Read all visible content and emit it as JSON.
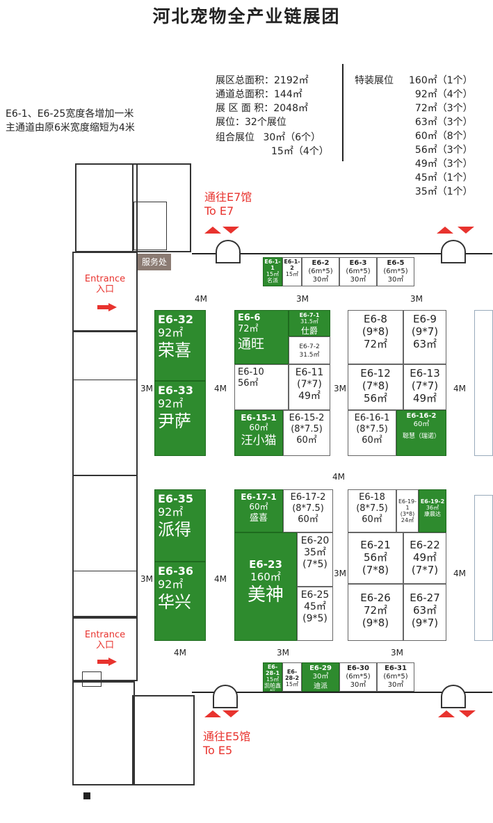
{
  "title": "河北宠物全产业链展团",
  "stats": {
    "line1": "展区总面积：2192㎡",
    "line2": "通道总面积：144㎡",
    "line3": "展 区 面 积：2048㎡",
    "line4": "展位：32个展位",
    "combo_label": "组合展位",
    "combo1": "30㎡（6个）",
    "combo2": "15㎡（4个）"
  },
  "special": {
    "label": "特装展位",
    "rows": [
      "160㎡（1个）",
      "92㎡（4个）",
      "72㎡（3个）",
      "63㎡（3个）",
      "60㎡（8个）",
      "56㎡（3个）",
      "49㎡（3个）",
      "45㎡（1个）",
      "35㎡（1个）"
    ]
  },
  "note": {
    "line1": "E6-1、E6-25宽度各增加一米",
    "line2": "主通道由原6米宽度缩短为4米"
  },
  "service": "服务处",
  "entrance_top": {
    "en": "Entrance",
    "zh": "入口"
  },
  "entrance_bottom": {
    "en": "Entrance",
    "zh": "入口"
  },
  "to_e7": {
    "zh": "通往E7馆",
    "en": "To E7"
  },
  "to_e5": {
    "zh": "通往E5馆",
    "en": "To E5"
  },
  "aisles": {
    "m4": "4M",
    "m3": "3M"
  },
  "colors": {
    "green": "#2e8b2e",
    "red": "#e8332e"
  },
  "booths": {
    "b32": {
      "id": "E6-32",
      "area": "92㎡",
      "name": "荣喜"
    },
    "b33": {
      "id": "E6-33",
      "area": "92㎡",
      "name": "尹萨"
    },
    "b35": {
      "id": "E6-35",
      "area": "92㎡",
      "name": "派得"
    },
    "b36": {
      "id": "E6-36",
      "area": "92㎡",
      "name": "华兴"
    },
    "b1_1": {
      "id": "E6-1-1",
      "area": "15㎡",
      "name": "名派"
    },
    "b1_2": {
      "id": "E6-1-2",
      "area": "15㎡"
    },
    "b2": {
      "id": "E6-2",
      "dim": "(6m*5)",
      "area": "30㎡"
    },
    "b3": {
      "id": "E6-3",
      "dim": "(6m*5)",
      "area": "30㎡"
    },
    "b5": {
      "id": "E6-5",
      "dim": "(6m*5)",
      "area": "30㎡"
    },
    "b6": {
      "id": "E6-6",
      "area": "72㎡",
      "name": "通旺"
    },
    "b7_1": {
      "id": "E6-7-1",
      "area": "31.5㎡",
      "name": "仕爵"
    },
    "b7_2": {
      "id": "E6-7-2",
      "area": "31.5㎡"
    },
    "b8": {
      "id": "E6-8",
      "dim": "(9*8)",
      "area": "72㎡"
    },
    "b9": {
      "id": "E6-9",
      "dim": "(9*7)",
      "area": "63㎡"
    },
    "b10": {
      "id": "E6-10",
      "area": "56㎡"
    },
    "b11": {
      "id": "E6-11",
      "dim": "(7*7)",
      "area": "49㎡"
    },
    "b12": {
      "id": "E6-12",
      "dim": "(7*8)",
      "area": "56㎡"
    },
    "b13": {
      "id": "E6-13",
      "dim": "(7*7)",
      "area": "49㎡"
    },
    "b15_1": {
      "id": "E6-15-1",
      "area": "60㎡",
      "name": "汪小猫"
    },
    "b15_2": {
      "id": "E6-15-2",
      "dim": "(8*7.5)",
      "area": "60㎡"
    },
    "b16_1": {
      "id": "E6-16-1",
      "dim": "(8*7.5)",
      "area": "60㎡"
    },
    "b16_2": {
      "id": "E6-16-2",
      "area": "60㎡",
      "name": "聪慧（瑞诺）"
    },
    "b17_1": {
      "id": "E6-17-1",
      "area": "60㎡",
      "name": "盛喜"
    },
    "b17_2": {
      "id": "E6-17-2",
      "dim": "(8*7.5)",
      "area": "60㎡"
    },
    "b18": {
      "id": "E6-18",
      "dim": "(8*7.5)",
      "area": "60㎡"
    },
    "b19_1": {
      "id": "E6-19-1",
      "dim": "(3*8)",
      "area": "24㎡"
    },
    "b19_2": {
      "id": "E6-19-2",
      "area": "36㎡",
      "name": "康晨达"
    },
    "b20": {
      "id": "E6-20",
      "area": "35㎡",
      "dim": "(7*5)"
    },
    "b21": {
      "id": "E6-21",
      "area": "56㎡",
      "dim": "(7*8)"
    },
    "b22": {
      "id": "E6-22",
      "area": "49㎡",
      "dim": "(7*7)"
    },
    "b23": {
      "id": "E6-23",
      "area": "160㎡",
      "name": "美神"
    },
    "b25": {
      "id": "E6-25",
      "area": "45㎡",
      "dim": "(9*5)"
    },
    "b26": {
      "id": "E6-26",
      "area": "72㎡",
      "dim": "(9*8)"
    },
    "b27": {
      "id": "E6-27",
      "area": "63㎡",
      "dim": "(9*7)"
    },
    "b28_1": {
      "id": "E6-28-1",
      "area": "15㎡",
      "name": "凯帕鑫恒"
    },
    "b28_2": {
      "id": "E6-28-2",
      "area": "15㎡"
    },
    "b29": {
      "id": "E6-29",
      "area": "30㎡",
      "name": "迪派"
    },
    "b30": {
      "id": "E6-30",
      "dim": "(6m*5)",
      "area": "30㎡"
    },
    "b31": {
      "id": "E6-31",
      "dim": "(6m*5)",
      "area": "30㎡"
    }
  }
}
